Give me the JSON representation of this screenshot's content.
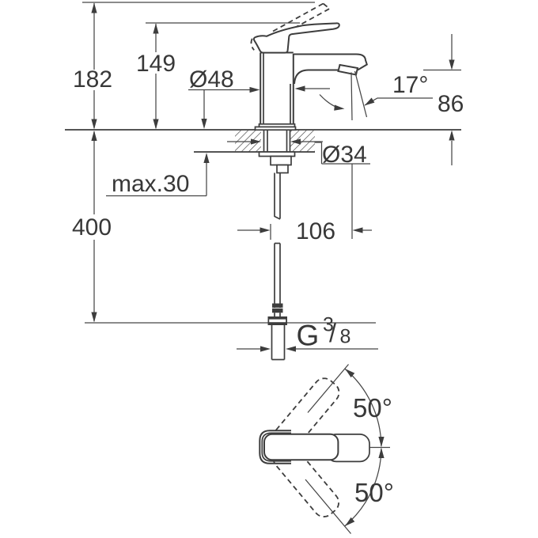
{
  "drawing_type": "faucet-dimension-diagram",
  "colors": {
    "background": "#ffffff",
    "line": "#3d3d3d",
    "text": "#383838"
  },
  "side_view": {
    "dims": {
      "total_height": "182",
      "lever_height": "149",
      "body_diameter": "Ø48",
      "spout_angle": "17°",
      "spout_height": "86",
      "hole_diameter": "Ø34",
      "mounting_thickness": "max.30",
      "supply_length": "400",
      "projection": "106",
      "thread_prefix": "G",
      "thread_numerator": "3",
      "thread_slash": "/",
      "thread_denominator": "8"
    }
  },
  "top_view": {
    "swivel_upper": "50°",
    "swivel_lower": "50°"
  }
}
